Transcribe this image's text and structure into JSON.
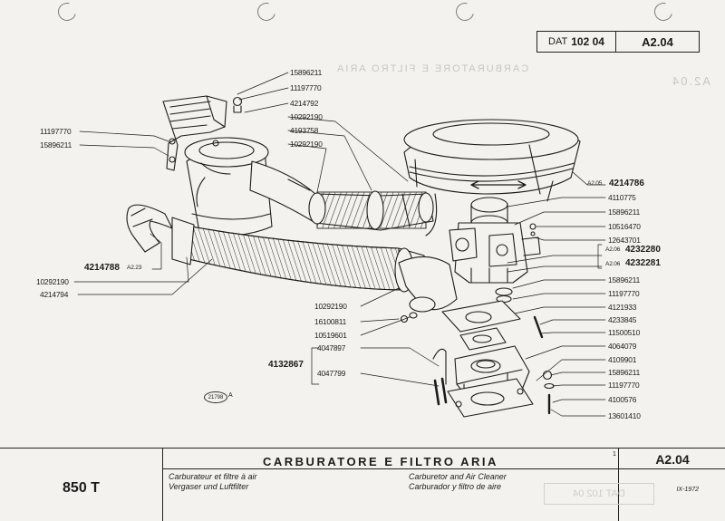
{
  "header": {
    "doc_prefix": "DAT",
    "doc_number": "102 04",
    "sheet_code": "A2.04"
  },
  "ghost_text": {
    "mirror_top": "A2.04",
    "mirror_row": "CARBURATORE E FILTRO ARIA",
    "mirror_footer": "DAT 102 04"
  },
  "labels": [
    {
      "id": "l1",
      "text": "15896211"
    },
    {
      "id": "l2",
      "text": "11197770"
    },
    {
      "id": "l3",
      "text": "4214792"
    },
    {
      "id": "l4",
      "text": "10292190"
    },
    {
      "id": "l5",
      "text": "4193758"
    },
    {
      "id": "l6",
      "text": "10292190"
    },
    {
      "id": "l7",
      "text": "11197770"
    },
    {
      "id": "l8",
      "text": "15896211"
    },
    {
      "id": "l9",
      "text": "4214788"
    },
    {
      "id": "l9r",
      "text": "A2.23"
    },
    {
      "id": "l10",
      "text": "10292190"
    },
    {
      "id": "l11",
      "text": "4214794"
    },
    {
      "id": "r0r",
      "text": "A2.05"
    },
    {
      "id": "r0",
      "text": "4214786"
    },
    {
      "id": "r1",
      "text": "4110775"
    },
    {
      "id": "r2",
      "text": "15896211"
    },
    {
      "id": "r3",
      "text": "10516470"
    },
    {
      "id": "r4",
      "text": "12643701"
    },
    {
      "id": "r5r",
      "text": "A2.06"
    },
    {
      "id": "r5",
      "text": "4232280"
    },
    {
      "id": "r6r",
      "text": "A2.06"
    },
    {
      "id": "r6",
      "text": "4232281"
    },
    {
      "id": "r7",
      "text": "15896211"
    },
    {
      "id": "r8",
      "text": "11197770"
    },
    {
      "id": "r9",
      "text": "4121933"
    },
    {
      "id": "r10",
      "text": "4233845"
    },
    {
      "id": "r11",
      "text": "11500510"
    },
    {
      "id": "r12",
      "text": "4064079"
    },
    {
      "id": "r13",
      "text": "4109901"
    },
    {
      "id": "r14",
      "text": "15896211"
    },
    {
      "id": "r15",
      "text": "11197770"
    },
    {
      "id": "r16",
      "text": "4100576"
    },
    {
      "id": "r17",
      "text": "13601410"
    },
    {
      "id": "c1",
      "text": "10292190"
    },
    {
      "id": "c2",
      "text": "16100811"
    },
    {
      "id": "c3",
      "text": "10519601"
    },
    {
      "id": "c4",
      "text": "4047897"
    },
    {
      "id": "c5",
      "text": "4132867"
    },
    {
      "id": "c6",
      "text": "4047799"
    }
  ],
  "figure_ref": {
    "number": "21798",
    "letter": "A"
  },
  "footer": {
    "model": "850 T",
    "title": "CARBURATORE E FILTRO ARIA",
    "fr": "Carburateur et filtre à air",
    "de": "Vergaser und Luftfilter",
    "en": "Carburetor and Air Cleaner",
    "es": "Carburador y filtro de aire",
    "code": "A2.04",
    "date": "IX-1972",
    "marker": "1"
  },
  "colors": {
    "paper": "#f3f2ee",
    "ink": "#1c1c1c",
    "ghost": "#c9c7c2"
  }
}
